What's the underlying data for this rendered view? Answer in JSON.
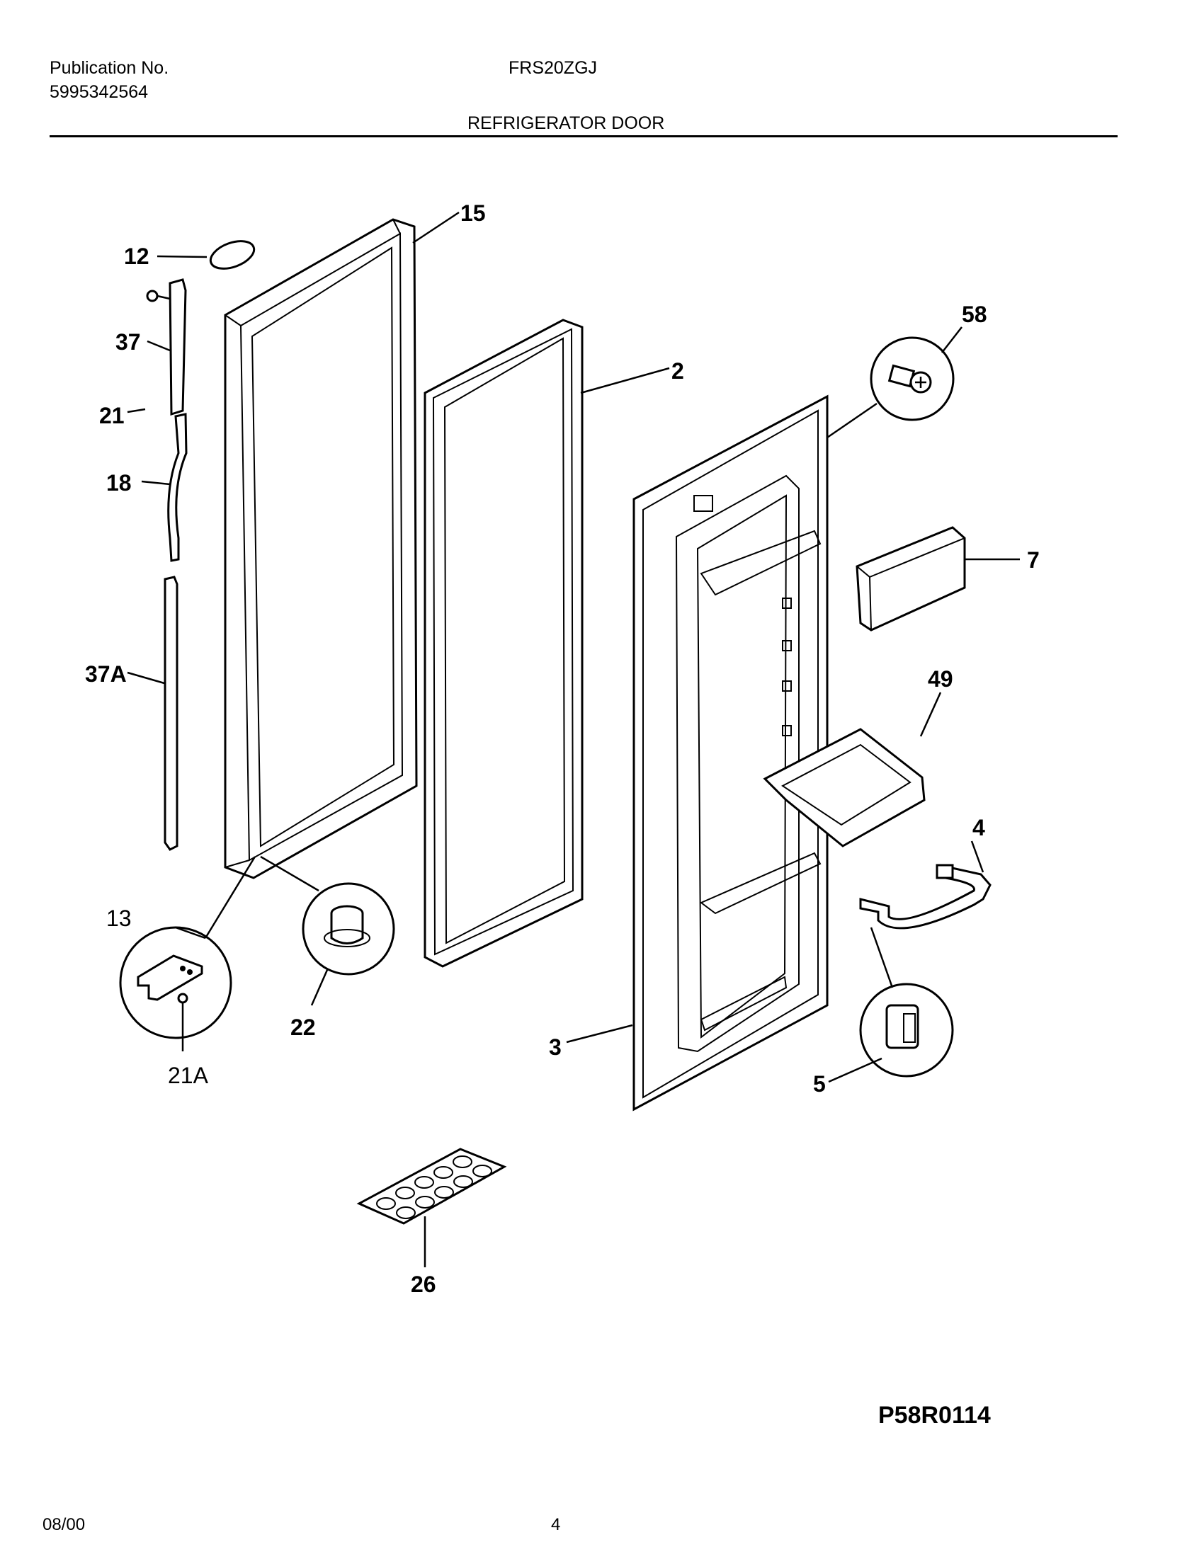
{
  "header": {
    "publication_label": "Publication No.",
    "publication_number": "5995342564",
    "model": "FRS20ZGJ",
    "section_title": "REFRIGERATOR DOOR"
  },
  "diagram_code": "P58R0114",
  "footer": {
    "date": "08/00",
    "page": "4"
  },
  "callouts": {
    "c12": "12",
    "c15": "15",
    "c37": "37",
    "c21": "21",
    "c18": "18",
    "c37a": "37A",
    "c2": "2",
    "c58": "58",
    "c7": "7",
    "c49": "49",
    "c4": "4",
    "c13": "13",
    "c22": "22",
    "c21a": "21A",
    "c3": "3",
    "c5": "5",
    "c26": "26"
  }
}
